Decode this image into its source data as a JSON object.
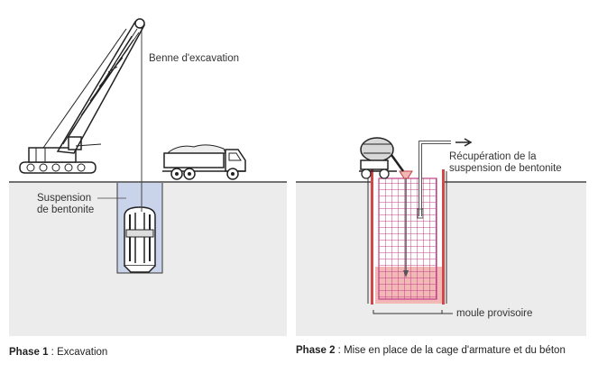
{
  "phase1": {
    "label_bucket": "Benne d'excavation",
    "label_slurry_line1": "Suspension",
    "label_slurry_line2": "de bentonite",
    "caption_bold": "Phase 1",
    "caption_text": " : Excavation"
  },
  "phase2": {
    "label_recovery_line1": "Récupération de la",
    "label_recovery_line2": "suspension de bentonite",
    "label_casing": "moule provisoire",
    "caption_bold": "Phase 2",
    "caption_text": " : Mise en place de la cage d'armature et du béton"
  },
  "colors": {
    "ground": "#ececec",
    "slurry": "#c9d3ea",
    "cage": "#c2408a",
    "concrete": "#f2b8b6",
    "casing": "#d04848",
    "line": "#333333"
  }
}
